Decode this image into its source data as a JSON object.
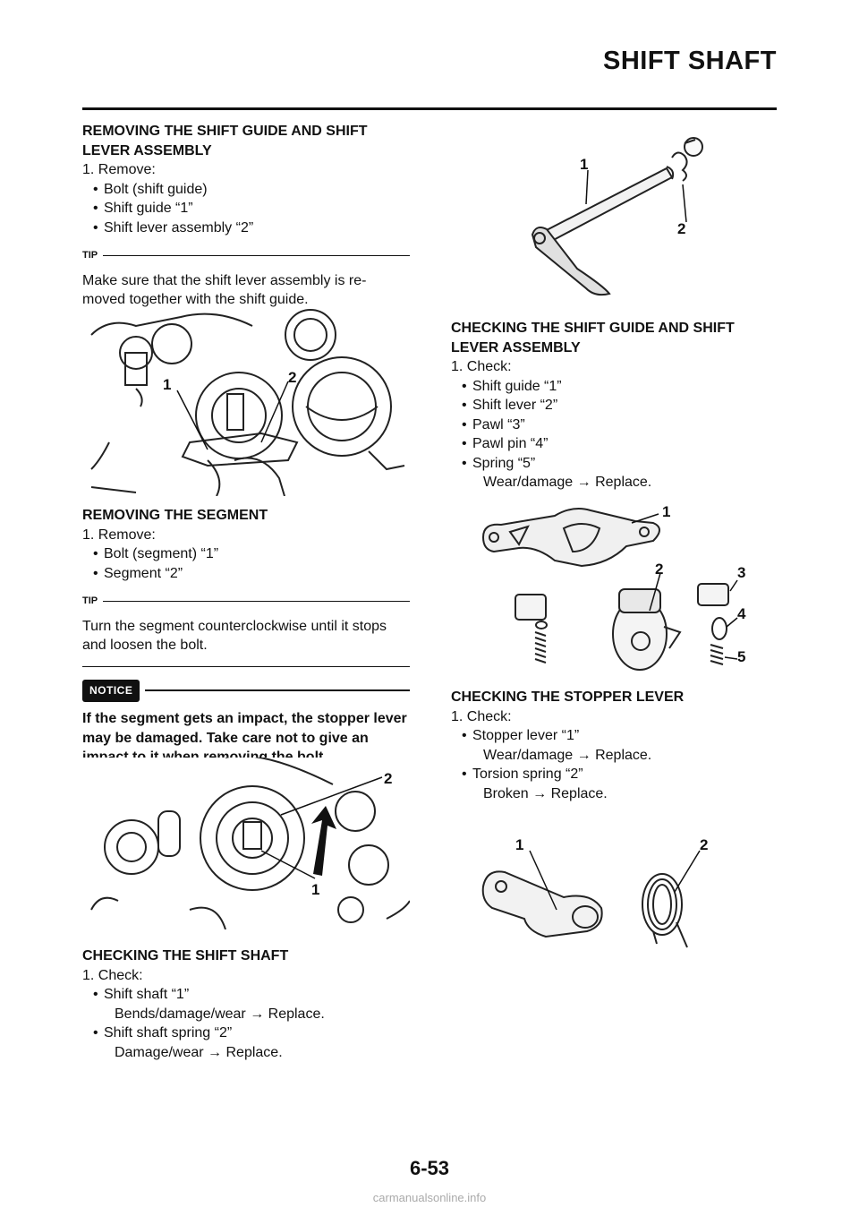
{
  "header": {
    "title": "SHIFT SHAFT"
  },
  "left": {
    "sec1": {
      "heading": "REMOVING THE SHIFT GUIDE AND SHIFT LEVER ASSEMBLY",
      "step": "1. Remove:",
      "items": [
        "Bolt (shift guide)",
        "Shift guide “1”",
        "Shift lever assembly “2”"
      ],
      "tip_tag": "TIP",
      "tip": "Make sure that the shift lever assembly is re- moved together with the shift guide."
    },
    "fig1_labels": [
      "1",
      "2"
    ],
    "sec2": {
      "heading": "REMOVING THE SEGMENT",
      "step": "1. Remove:",
      "items": [
        "Bolt (segment) “1”",
        "Segment “2”"
      ],
      "tip_tag": "TIP",
      "tip": "Turn the segment counterclockwise until it stops and loosen the bolt.",
      "notice_tag": "NOTICE",
      "notice": "If the segment gets an impact, the stopper lever may be damaged. Take care not to give an impact to it when removing the bolt."
    },
    "fig2_labels": [
      "2",
      "1"
    ],
    "sec3": {
      "heading": "CHECKING THE SHIFT SHAFT",
      "step": "1. Check:",
      "item1": "Shift shaft “1”",
      "item1_sub": "Bends/damage/wear → Replace.",
      "item2": "Shift shaft spring “2”",
      "item2_sub": "Damage/wear → Replace."
    }
  },
  "right": {
    "fig3_labels": [
      "1",
      "2"
    ],
    "sec4": {
      "heading": "CHECKING THE SHIFT GUIDE AND SHIFT LEVER ASSEMBLY",
      "step": "1. Check:",
      "items": [
        "Shift guide “1”",
        "Shift lever “2”",
        "Pawl “3”",
        "Pawl pin “4”",
        "Spring “5”"
      ],
      "sub": "Wear/damage → Replace."
    },
    "fig4_labels": [
      "1",
      "2",
      "3",
      "4",
      "5"
    ],
    "sec5": {
      "heading": "CHECKING THE STOPPER LEVER",
      "step": "1. Check:",
      "item1": "Stopper lever “1”",
      "item1_sub": "Wear/damage → Replace.",
      "item2": "Torsion spring “2”",
      "item2_sub": "Broken → Replace."
    },
    "fig5_labels": [
      "1",
      "2"
    ]
  },
  "footer": {
    "page_number": "6-53",
    "watermark": "carmanualsonline.info"
  }
}
